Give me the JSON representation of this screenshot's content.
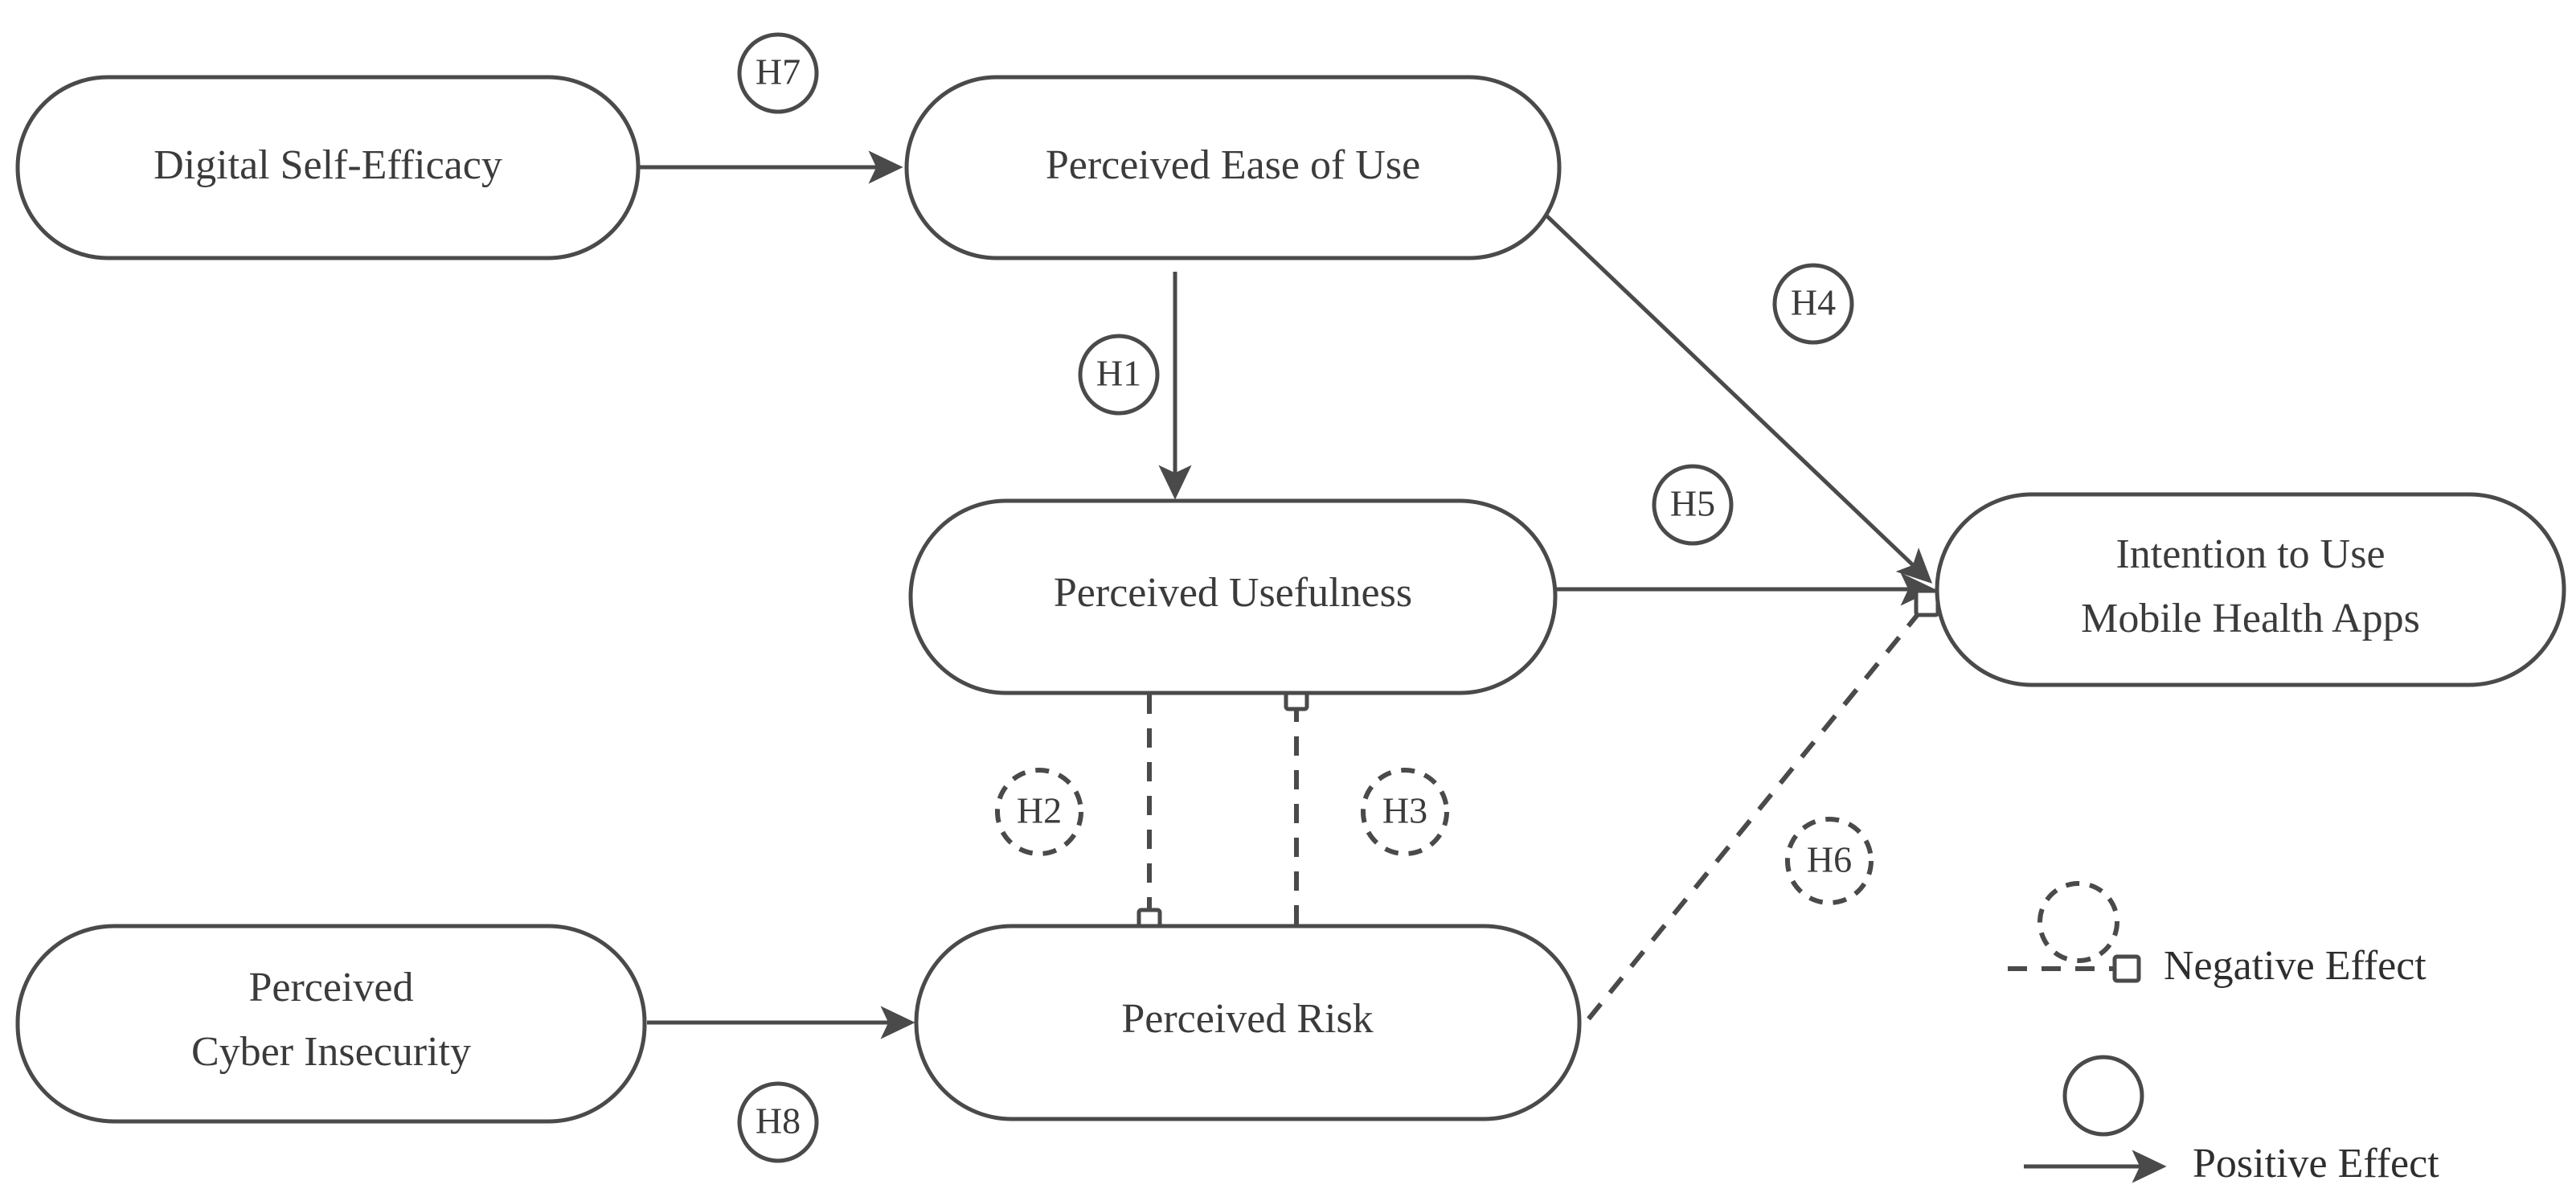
{
  "diagram": {
    "type": "conceptual-research-model",
    "nodes": [
      {
        "id": "dse",
        "label_line1": "Digital Self-Efficacy",
        "label_line2": ""
      },
      {
        "id": "peou",
        "label_line1": "Perceived Ease of Use",
        "label_line2": ""
      },
      {
        "id": "pu",
        "label_line1": "Perceived Usefulness",
        "label_line2": ""
      },
      {
        "id": "pci",
        "label_line1": "Perceived",
        "label_line2": "Cyber Insecurity"
      },
      {
        "id": "pr",
        "label_line1": "Perceived Risk",
        "label_line2": ""
      },
      {
        "id": "itu",
        "label_line1": "Intention to Use",
        "label_line2": "Mobile Health Apps"
      }
    ],
    "hypotheses": [
      {
        "id": "H1",
        "label": "H1",
        "effect": "positive",
        "from": "peou",
        "to": "pu"
      },
      {
        "id": "H2",
        "label": "H2",
        "effect": "negative",
        "from": "pu",
        "to": "pr"
      },
      {
        "id": "H3",
        "label": "H3",
        "effect": "negative",
        "from": "pr",
        "to": "pu"
      },
      {
        "id": "H4",
        "label": "H4",
        "effect": "positive",
        "from": "peou",
        "to": "itu"
      },
      {
        "id": "H5",
        "label": "H5",
        "effect": "positive",
        "from": "pu",
        "to": "itu"
      },
      {
        "id": "H6",
        "label": "H6",
        "effect": "negative",
        "from": "pr",
        "to": "itu"
      },
      {
        "id": "H7",
        "label": "H7",
        "effect": "positive",
        "from": "dse",
        "to": "peou"
      },
      {
        "id": "H8",
        "label": "H8",
        "effect": "positive",
        "from": "pci",
        "to": "pr"
      }
    ],
    "legend": {
      "negative_label": "Negative Effect",
      "positive_label": "Positive Effect"
    },
    "colors": {
      "stroke": "#4a4a4a",
      "text": "#3b3b3b",
      "background": "#ffffff"
    }
  }
}
